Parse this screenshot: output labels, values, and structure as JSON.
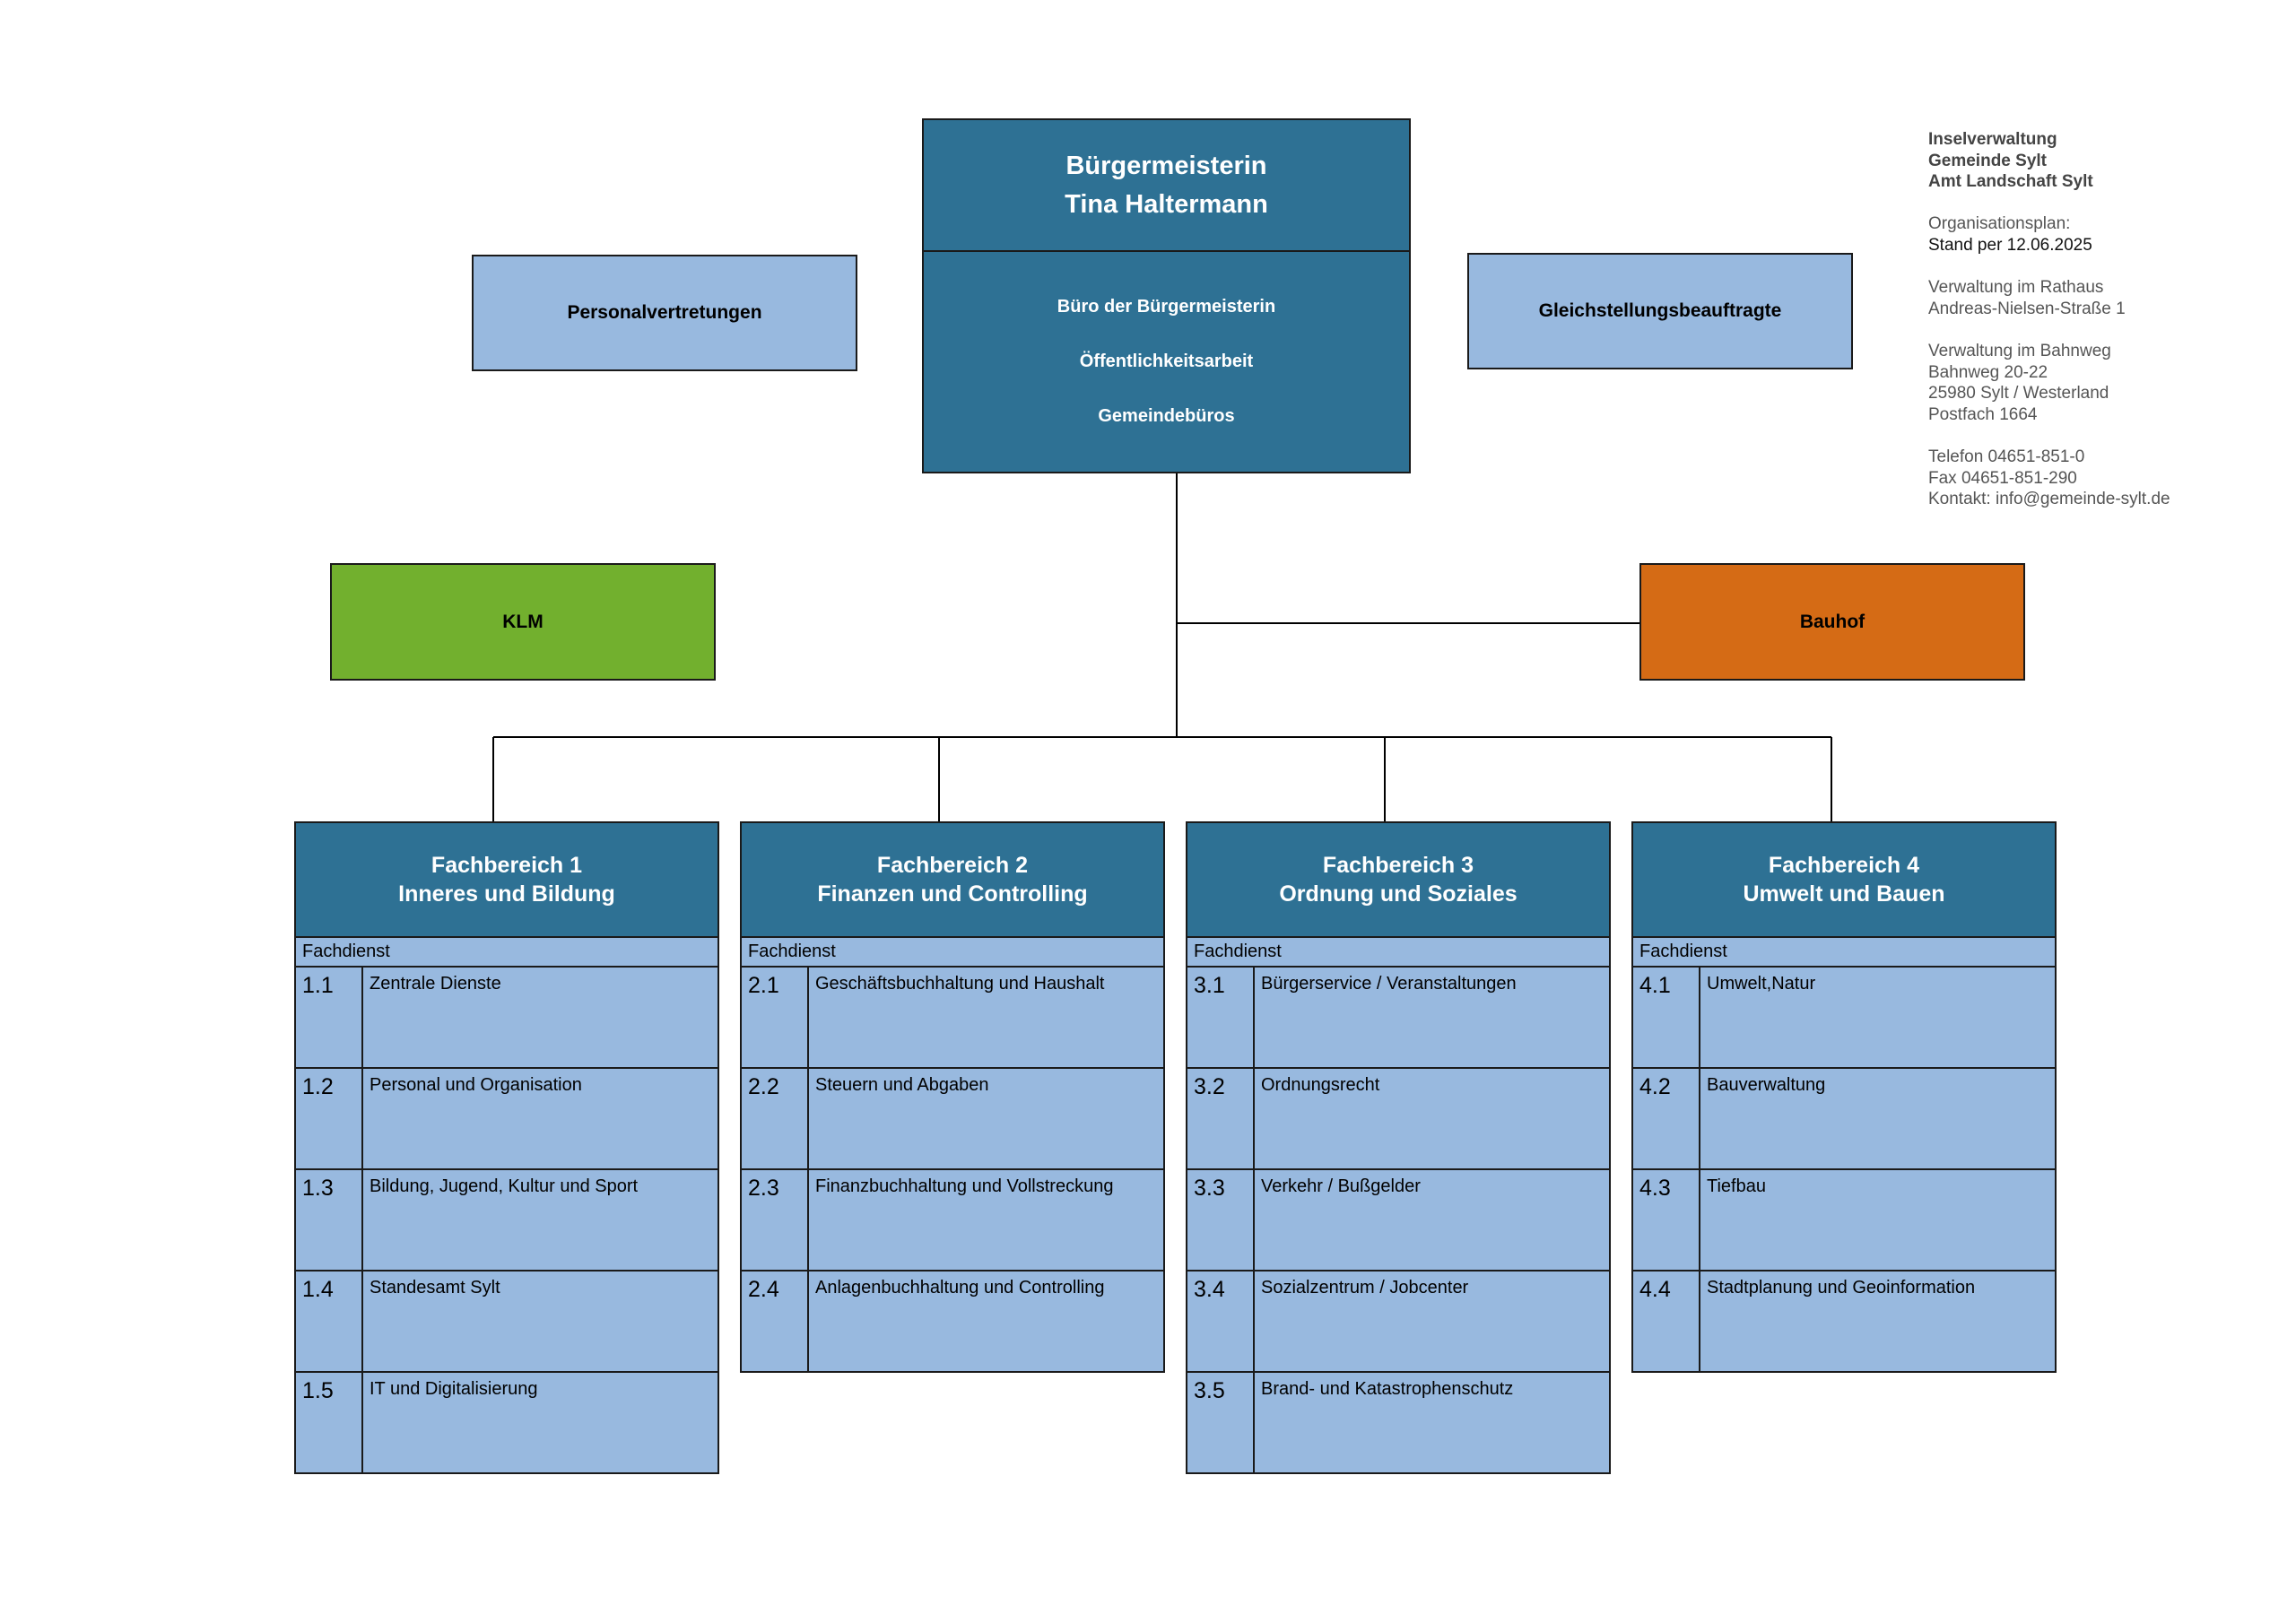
{
  "mayor": {
    "title": "Bürgermeisterin",
    "name": "Tina Haltermann"
  },
  "office": {
    "items": [
      "Büro der Bürgermeisterin",
      "Öffentlichkeitsarbeit",
      "Gemeindebüros"
    ]
  },
  "staff_council": "Personalvertretungen",
  "equality_officer": "Gleichstellungsbeauftragte",
  "klm": "KLM",
  "bauhof": "Bauhof",
  "info": {
    "org1": "Inselverwaltung",
    "org2": "Gemeinde Sylt",
    "org3": "Amt Landschaft Sylt",
    "plan_label": "Organisationsplan:",
    "plan_date": "Stand per 12.06.2025",
    "office1_label": "Verwaltung im Rathaus",
    "office1_street": "Andreas-Nielsen-Straße 1",
    "office2_label": "Verwaltung im Bahnweg",
    "office2_street": "Bahnweg 20-22",
    "office2_city": "25980 Sylt / Westerland",
    "office2_pobox": "Postfach 1664",
    "phone": "Telefon 04651-851-0",
    "fax": "Fax 04651-851-290",
    "contact": "Kontakt: info@gemeinde-sylt.de"
  },
  "departments": [
    {
      "title": "Fachbereich 1",
      "subtitle": "Inneres und Bildung",
      "sub_label": "Fachdienst",
      "units": [
        {
          "num": "1.1",
          "name": "Zentrale Dienste"
        },
        {
          "num": "1.2",
          "name": "Personal und Organisation"
        },
        {
          "num": "1.3",
          "name": "Bildung, Jugend, Kultur und Sport"
        },
        {
          "num": "1.4",
          "name": "Standesamt Sylt"
        },
        {
          "num": "1.5",
          "name": "IT und Digitalisierung"
        }
      ]
    },
    {
      "title": "Fachbereich 2",
      "subtitle": "Finanzen und Controlling",
      "sub_label": "Fachdienst",
      "units": [
        {
          "num": "2.1",
          "name": "Geschäftsbuchhaltung und Haushalt"
        },
        {
          "num": "2.2",
          "name": "Steuern und Abgaben"
        },
        {
          "num": "2.3",
          "name": "Finanzbuchhaltung und Vollstreckung"
        },
        {
          "num": "2.4",
          "name": "Anlagenbuchhaltung und Controlling"
        }
      ]
    },
    {
      "title": "Fachbereich 3",
      "subtitle": "Ordnung und Soziales",
      "sub_label": "Fachdienst",
      "units": [
        {
          "num": "3.1",
          "name": "Bürgerservice / Veranstaltungen"
        },
        {
          "num": "3.2",
          "name": "Ordnungsrecht"
        },
        {
          "num": "3.3",
          "name": "Verkehr / Bußgelder"
        },
        {
          "num": "3.4",
          "name": "Sozialzentrum / Jobcenter"
        },
        {
          "num": "3.5",
          "name": "Brand- und Katastrophenschutz"
        }
      ]
    },
    {
      "title": "Fachbereich 4",
      "subtitle": "Umwelt und Bauen",
      "sub_label": "Fachdienst",
      "units": [
        {
          "num": "4.1",
          "name": "Umwelt,Natur"
        },
        {
          "num": "4.2",
          "name": "Bauverwaltung"
        },
        {
          "num": "4.3",
          "name": "Tiefbau"
        },
        {
          "num": "4.4",
          "name": "Stadtplanung und Geoinformation"
        }
      ]
    }
  ]
}
